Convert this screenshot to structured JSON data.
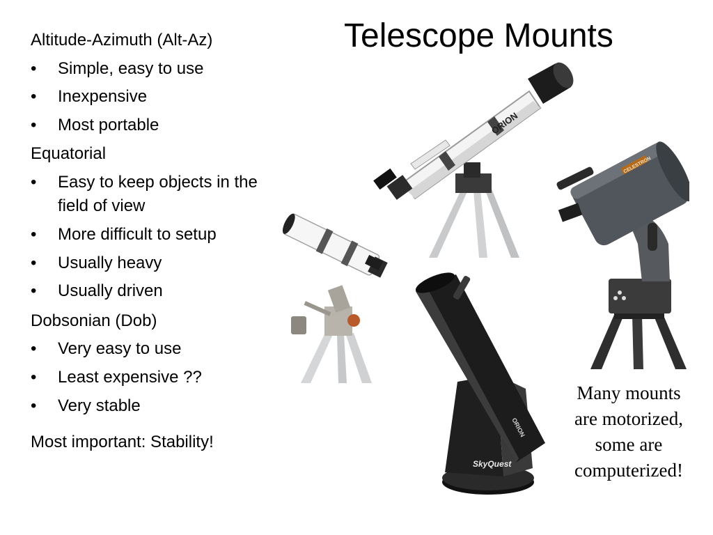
{
  "slide": {
    "title": "Telescope Mounts",
    "bullet_glyph": "•",
    "sections": [
      {
        "heading": "Altitude-Azimuth (Alt-Az)",
        "items": [
          "Simple, easy to use",
          "Inexpensive",
          "Most portable"
        ]
      },
      {
        "heading": "Equatorial",
        "items": [
          "Easy to keep objects in the field of view",
          "More difficult to setup",
          "Usually heavy",
          "Usually driven"
        ]
      },
      {
        "heading": "Dobsonian (Dob)",
        "items": [
          "Very easy to use",
          "Least expensive ??",
          "Very stable"
        ]
      }
    ],
    "footer": "Most important: Stability!",
    "caption_lines": [
      "Many mounts",
      "are motorized,",
      "some are",
      "computerized!"
    ],
    "photos": {
      "refractor_label": "ORION",
      "sct_label": "CELESTRON",
      "dob_brand": "SkyQuest",
      "dob_label": "ORION"
    },
    "colors": {
      "text": "#000000",
      "background": "#ffffff"
    }
  }
}
